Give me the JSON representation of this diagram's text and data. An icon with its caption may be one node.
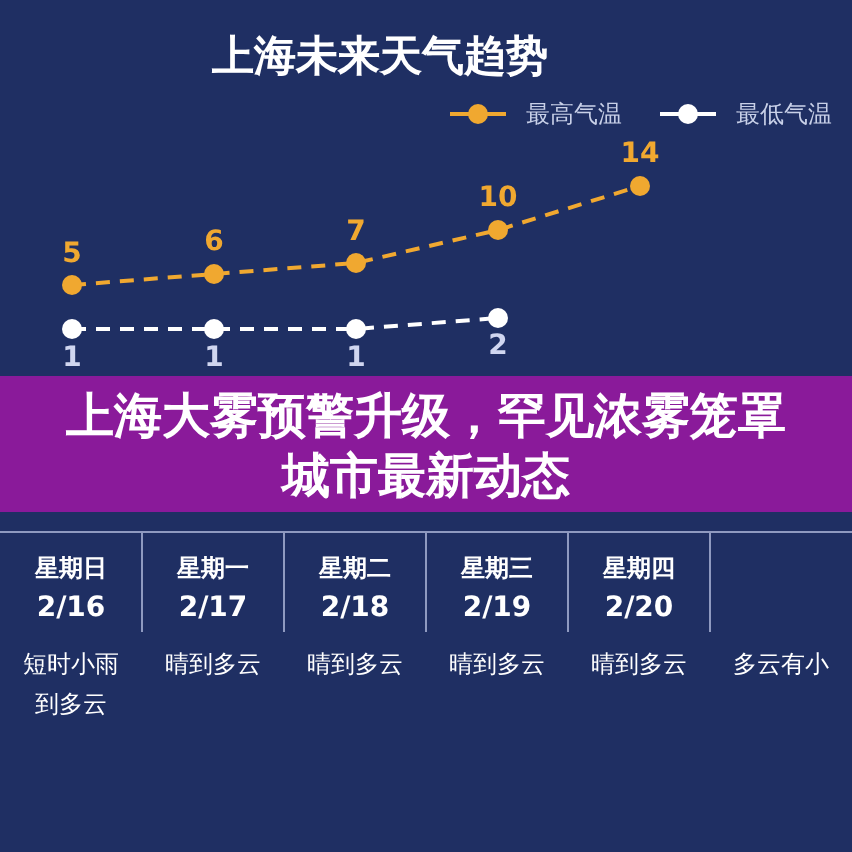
{
  "diagram": {
    "title": "上海未来天气趋势",
    "caption": "上海大雾预警升级，罕见浓雾笼罩城市最新动态",
    "labels": [
      "星期日",
      "星期一",
      "星期二",
      "星期三",
      "星期四",
      "短时小雨到多云",
      "晴到多云",
      "晴到多云",
      "晴到多云",
      "晴到多云",
      "多云有小"
    ],
    "chart_data": {
      "type": "line",
      "categories": [
        "2/16",
        "2/17",
        "2/18",
        "2/19",
        "2/20"
      ],
      "data_labels": true,
      "legend": "top-right",
      "series": [
        {
          "name": "最高气温",
          "color": "#f0a830",
          "line_style": "dashed",
          "marker": "circle",
          "values": [
            5,
            6,
            7,
            10,
            14
          ]
        },
        {
          "name": "最低气温",
          "color": "#ffffff",
          "line_style": "dashed",
          "marker": "circle",
          "values": [
            1,
            1,
            1,
            2,
            null
          ]
        }
      ]
    }
  }
}
